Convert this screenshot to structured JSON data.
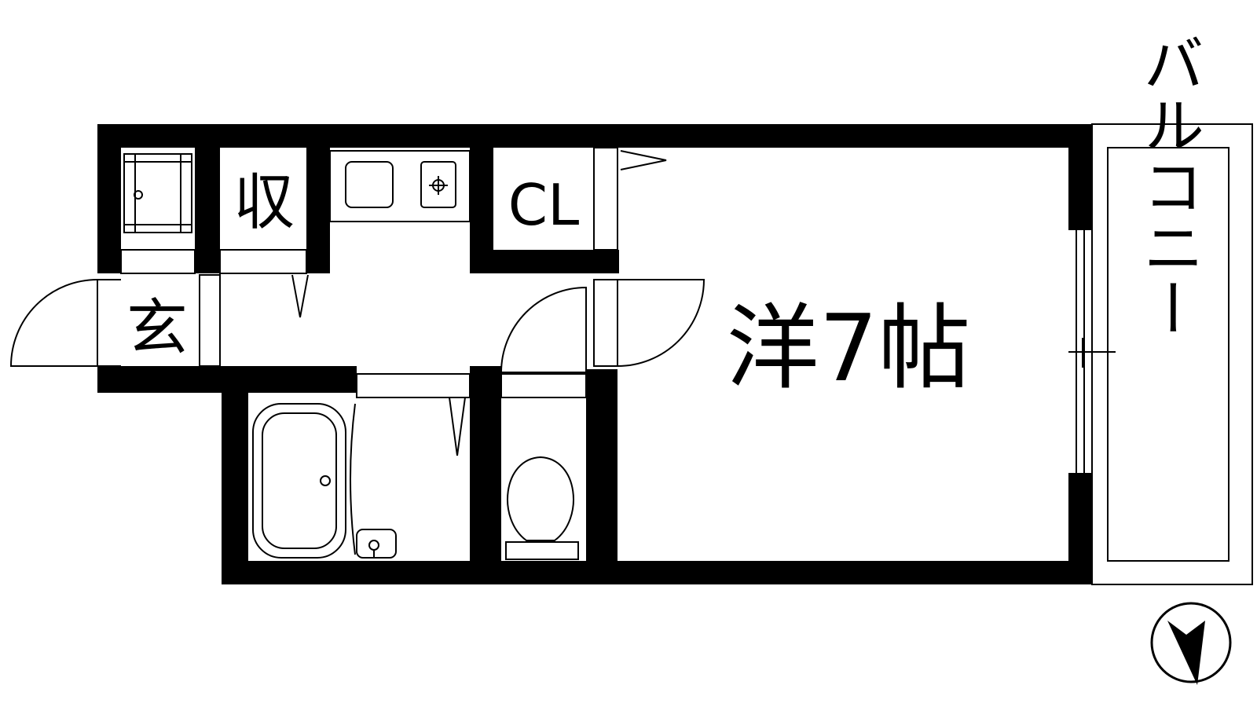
{
  "rooms": {
    "entrance": "玄",
    "storage": "収",
    "closet": "CL",
    "western_room": "洋7帖",
    "balcony": "バルコニー"
  },
  "colors": {
    "wall": "#000000",
    "background": "#ffffff"
  },
  "icons": {
    "washer": "washing-machine-icon",
    "sink": "sink-icon",
    "stove": "gas-stove-icon",
    "bathtub": "bathtub-icon",
    "basin": "wash-basin-icon",
    "toilet": "toilet-icon",
    "compass": "north-arrow-compass-icon"
  }
}
